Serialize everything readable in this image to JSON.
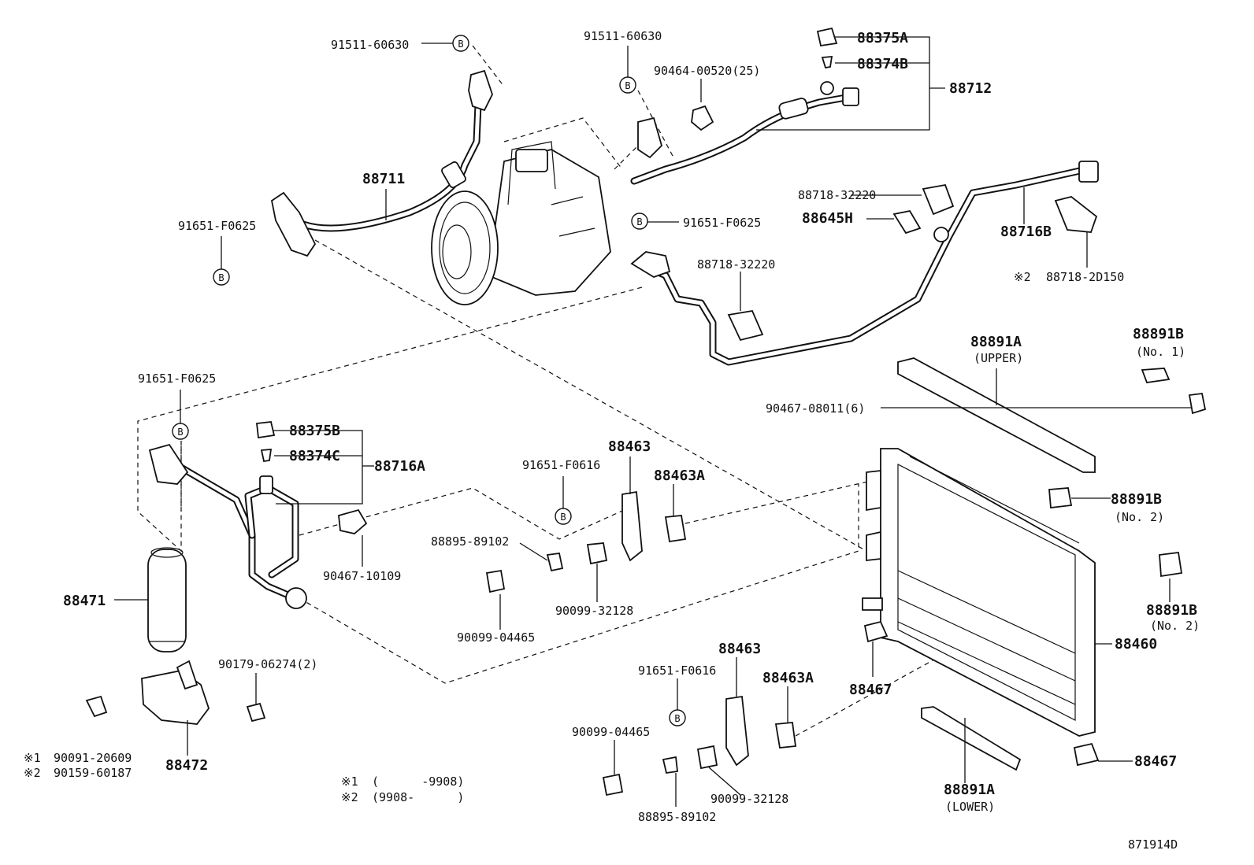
{
  "diagram": {
    "code": "871914D",
    "bolt_marker": "B",
    "notes": [
      {
        "mark": "※1",
        "text": "(      -9908)"
      },
      {
        "mark": "※2",
        "text": "(9908-      )"
      }
    ],
    "labels": {
      "p91511_top_left": "91511-60630",
      "p91511_top_mid": "91511-60630",
      "p88375A": "88375A",
      "p88374B": "88374B",
      "p88712": "88712",
      "p90464": "90464-00520(25)",
      "p88711": "88711",
      "p91651_left": "91651-F0625",
      "p91651_mid": "91651-F0625",
      "p88718_a": "88718-32220",
      "p88645H": "88645H",
      "p88716B": "88716B",
      "p88718_2d150": "88718-2D150",
      "p88718_b": "88718-32220",
      "p88891A_upper": "88891A",
      "upper": "(UPPER)",
      "p88891B_1": "88891B",
      "no1": "(No. 1)",
      "p90467_08011": "90467-08011(6)",
      "p91651_lower": "91651-F0625",
      "p88375B": "88375B",
      "p88374C": "88374C",
      "p88716A": "88716A",
      "p88463_a": "88463",
      "p91651_f0616_a": "91651-F0616",
      "p88463A_a": "88463A",
      "p88891B_2a": "88891B",
      "no2a": "(No. 2)",
      "p88895_a": "88895-89102",
      "p90467_10109": "90467-10109",
      "p88471": "88471",
      "p90099_04465_a": "90099-04465",
      "p90099_32128_a": "90099-32128",
      "p88891B_2b": "88891B",
      "no2b": "(No. 2)",
      "p88460": "88460",
      "p90179": "90179-06274(2)",
      "p88463_b": "88463",
      "p91651_f0616_b": "91651-F0616",
      "p88463A_b": "88463A",
      "p88467_a": "88467",
      "p90099_04465_b": "90099-04465",
      "p88472": "88472",
      "p90091": "90091-20609",
      "p90159": "90159-60187",
      "p88467_b": "88467",
      "p90099_32128_b": "90099-32128",
      "p88891A_lower": "88891A",
      "lower": "(LOWER)",
      "p88895_b": "88895-89102"
    },
    "marks": {
      "m1": "※1",
      "m2": "※2",
      "m2b": "※2"
    }
  }
}
